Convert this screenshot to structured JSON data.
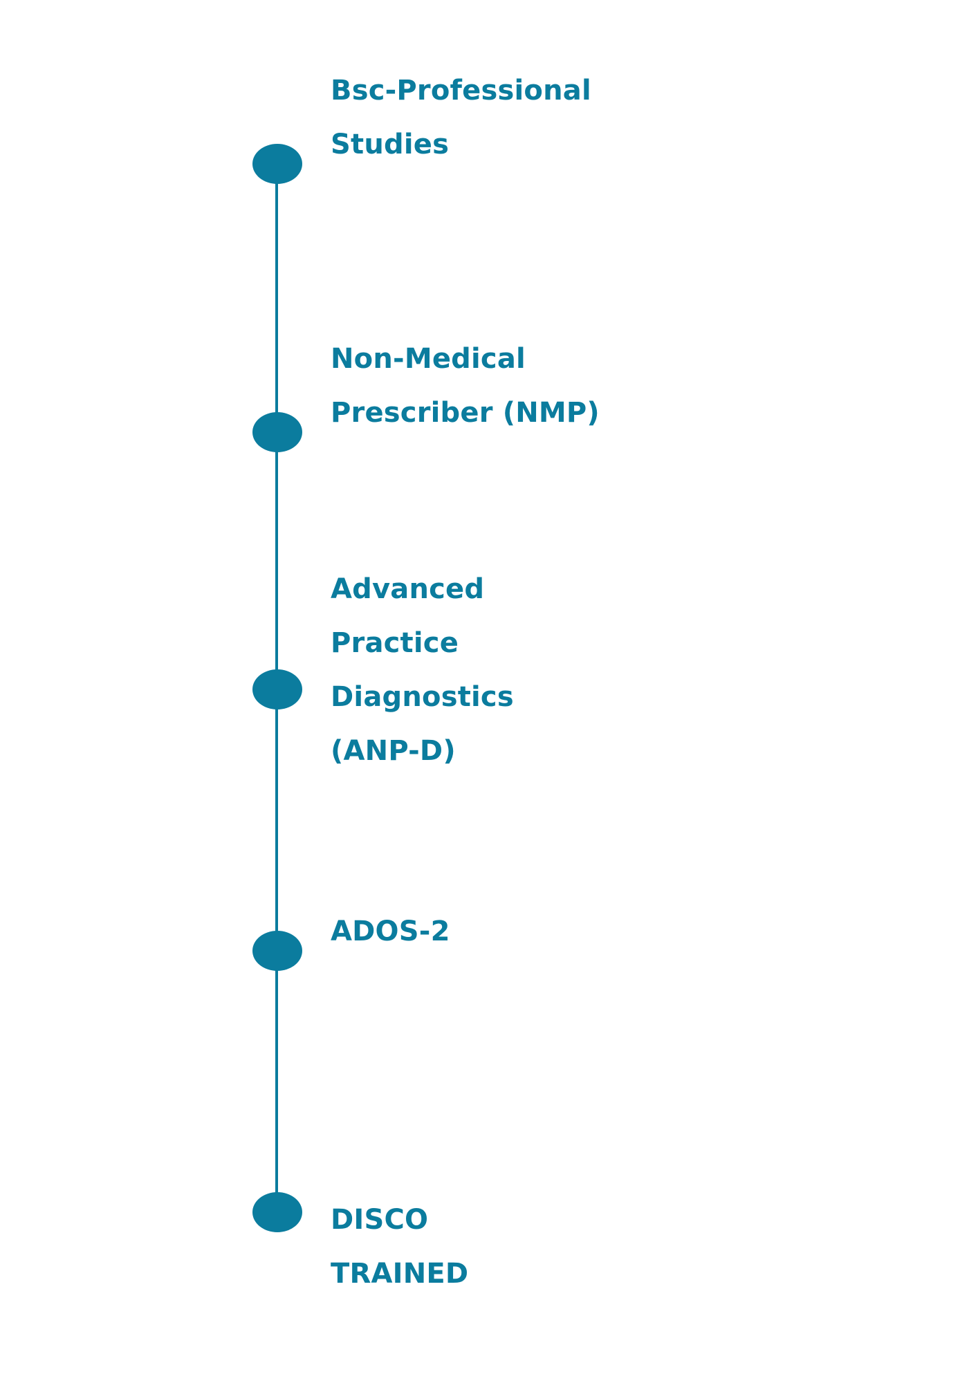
{
  "theme": {
    "accent_color": "#0b7c9e",
    "background_color": "#ffffff",
    "text_color": "#0b7c9e"
  },
  "timeline": {
    "orientation": "vertical",
    "node_count": 5,
    "items": [
      {
        "index": 1,
        "label": "Bsc-Professional\nStudies",
        "marker": "filled-ellipse"
      },
      {
        "index": 2,
        "label": "Non-Medical\nPrescriber (NMP)",
        "marker": "filled-ellipse"
      },
      {
        "index": 3,
        "label": "Advanced\nPractice\nDiagnostics\n(ANP-D)",
        "marker": "filled-ellipse"
      },
      {
        "index": 4,
        "label": "ADOS-2",
        "marker": "filled-ellipse"
      },
      {
        "index": 5,
        "label": "DISCO\nTRAINED",
        "marker": "filled-ellipse"
      }
    ]
  }
}
